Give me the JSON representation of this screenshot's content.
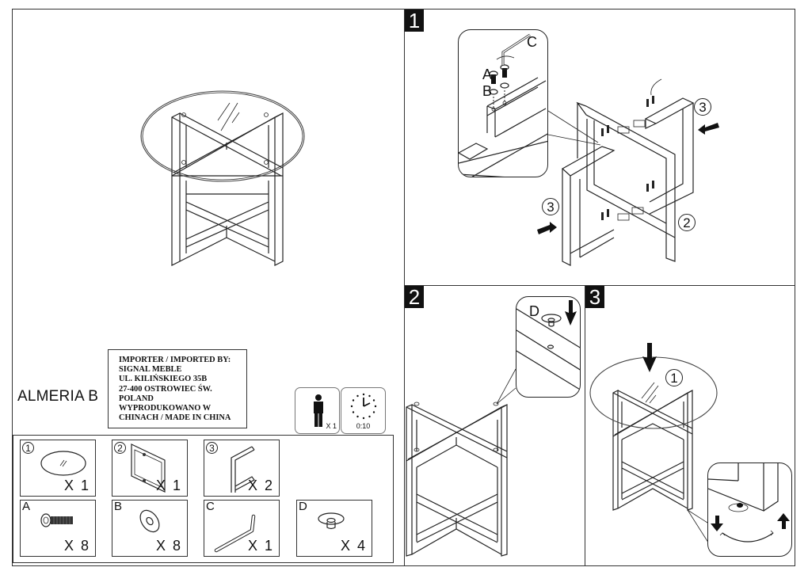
{
  "document": {
    "product_name": "ALMERIA B",
    "importer_lines": [
      "IMPORTER / IMPORTED BY:",
      "SIGNAL MEBLE",
      "UL. KILIŃSKIEGO 35B",
      "27-400 OSTROWIEC ŚW.",
      "POLAND",
      "WYPRODUKOWANO W",
      "CHINACH / MADE IN CHINA"
    ],
    "assembly_info": {
      "persons_icon": "person-icon",
      "persons_label": "X 1",
      "time_icon": "clock-icon",
      "time_label": "0:10"
    }
  },
  "parts": [
    {
      "id": "1",
      "name": "glass-top",
      "qty": "X 1",
      "icon": "glass-top-icon"
    },
    {
      "id": "2",
      "name": "frame-inner",
      "qty": "X 1",
      "icon": "rectangular-frame-icon"
    },
    {
      "id": "3",
      "name": "frame-half",
      "qty": "X 2",
      "icon": "c-frame-icon"
    },
    {
      "id": "A",
      "name": "bolt",
      "qty": "X 8",
      "icon": "bolt-icon"
    },
    {
      "id": "B",
      "name": "washer",
      "qty": "X 8",
      "icon": "washer-icon"
    },
    {
      "id": "C",
      "name": "allen-key",
      "qty": "X 1",
      "icon": "allen-key-icon"
    },
    {
      "id": "D",
      "name": "glass-pad",
      "qty": "X 4",
      "icon": "suction-pad-icon"
    }
  ],
  "steps": [
    {
      "number": "1",
      "callouts": {
        "bolt": "A",
        "washer": "B",
        "key": "C"
      },
      "part_labels": [
        "3",
        "3",
        "2"
      ]
    },
    {
      "number": "2",
      "callouts": {
        "pad": "D"
      }
    },
    {
      "number": "3",
      "part_labels": [
        "1"
      ]
    }
  ]
}
